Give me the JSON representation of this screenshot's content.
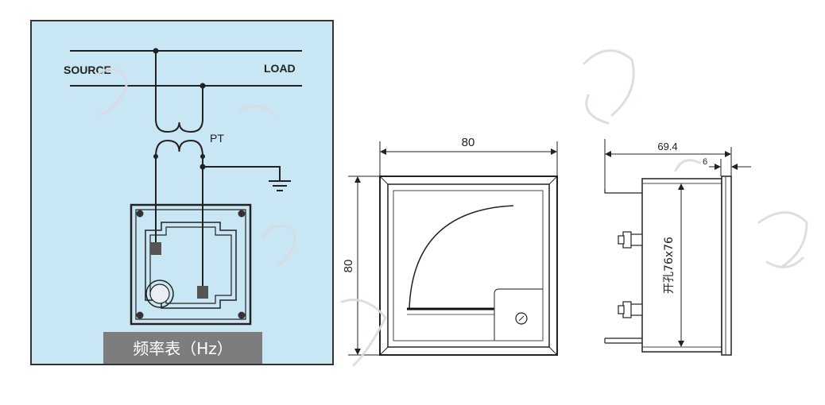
{
  "wiring": {
    "source_label": "SOURCE",
    "load_label": "LOAD",
    "pt_label": "PT",
    "caption": "频率表（Hz）",
    "panel_color": "#c9e6f5",
    "caption_bg": "#7d7d7d"
  },
  "front_view": {
    "width_dim": "80",
    "height_dim": "80"
  },
  "side_view": {
    "depth_dim": "69.4",
    "flange_dim": "6",
    "cutout_label": "开孔76x76"
  }
}
